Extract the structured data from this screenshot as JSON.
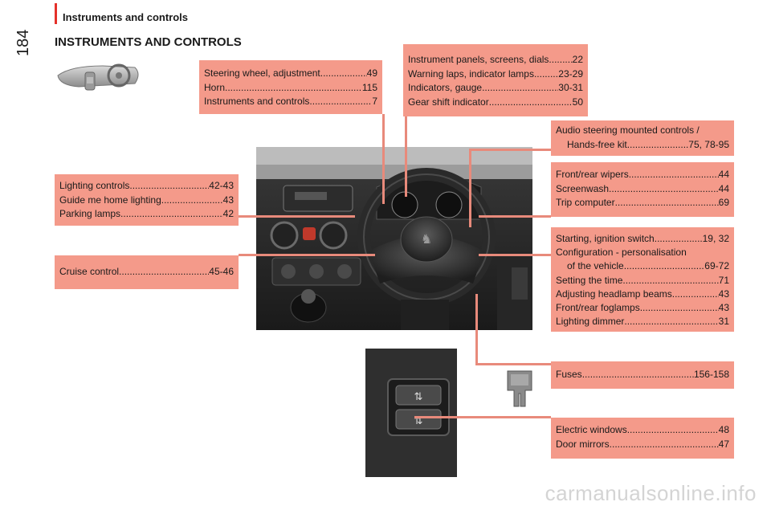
{
  "header": {
    "title": "Instruments and controls",
    "page_number": "184"
  },
  "section_title": "INSTRUMENTS AND CONTROLS",
  "footer": {
    "watermark": "carmanualsonline.info"
  },
  "boxes": {
    "steering": [
      {
        "label": "Steering wheel, adjustment ",
        "page": "49"
      },
      {
        "label": "Horn",
        "page": "115"
      },
      {
        "label": "Instruments and controls ",
        "page": "7"
      }
    ],
    "instrument_panels": [
      {
        "label": "Instrument panels, screens, dials ",
        "page": "22"
      },
      {
        "label": "Warning laps, indicator lamps ",
        "page": "23-29"
      },
      {
        "label": "Indicators, gauge ",
        "page": "30-31"
      },
      {
        "label": "Gear shift indicator ",
        "page": "50"
      }
    ],
    "audio": [
      {
        "label": "Audio steering mounted controls /",
        "page": ""
      },
      {
        "label": "Hands-free kit ",
        "page": "75, 78-95"
      }
    ],
    "wipers": [
      {
        "label": "Front/rear wipers ",
        "page": "44"
      },
      {
        "label": "Screenwash",
        "page": "44"
      },
      {
        "label": "Trip computer ",
        "page": "69"
      }
    ],
    "lighting": [
      {
        "label": "Lighting controls ",
        "page": "42-43"
      },
      {
        "label": "Guide me home lighting",
        "page": "43"
      },
      {
        "label": "Parking lamps",
        "page": "42"
      }
    ],
    "cruise": [
      {
        "label": "Cruise control ",
        "page": "45-46"
      }
    ],
    "starting": [
      {
        "label": "Starting, ignition switch ",
        "page": "19, 32"
      },
      {
        "label": "Configuration - personalisation",
        "page": ""
      },
      {
        "label": "of the vehicle ",
        "page": "69-72"
      },
      {
        "label": "Setting the time",
        "page": "71"
      },
      {
        "label": "Adjusting headlamp beams ",
        "page": "43"
      },
      {
        "label": "Front/rear foglamps ",
        "page": "43"
      },
      {
        "label": "Lighting dimmer ",
        "page": "31"
      }
    ],
    "fuses": [
      {
        "label": "Fuses",
        "page": "156-158"
      }
    ],
    "windows": [
      {
        "label": "Electric windows ",
        "page": "48"
      },
      {
        "label": "Door mirrors",
        "page": "47"
      }
    ]
  },
  "colors": {
    "box_fill": "#f49a8a",
    "connector": "#e88a7b",
    "accent_red": "#e5302a"
  }
}
